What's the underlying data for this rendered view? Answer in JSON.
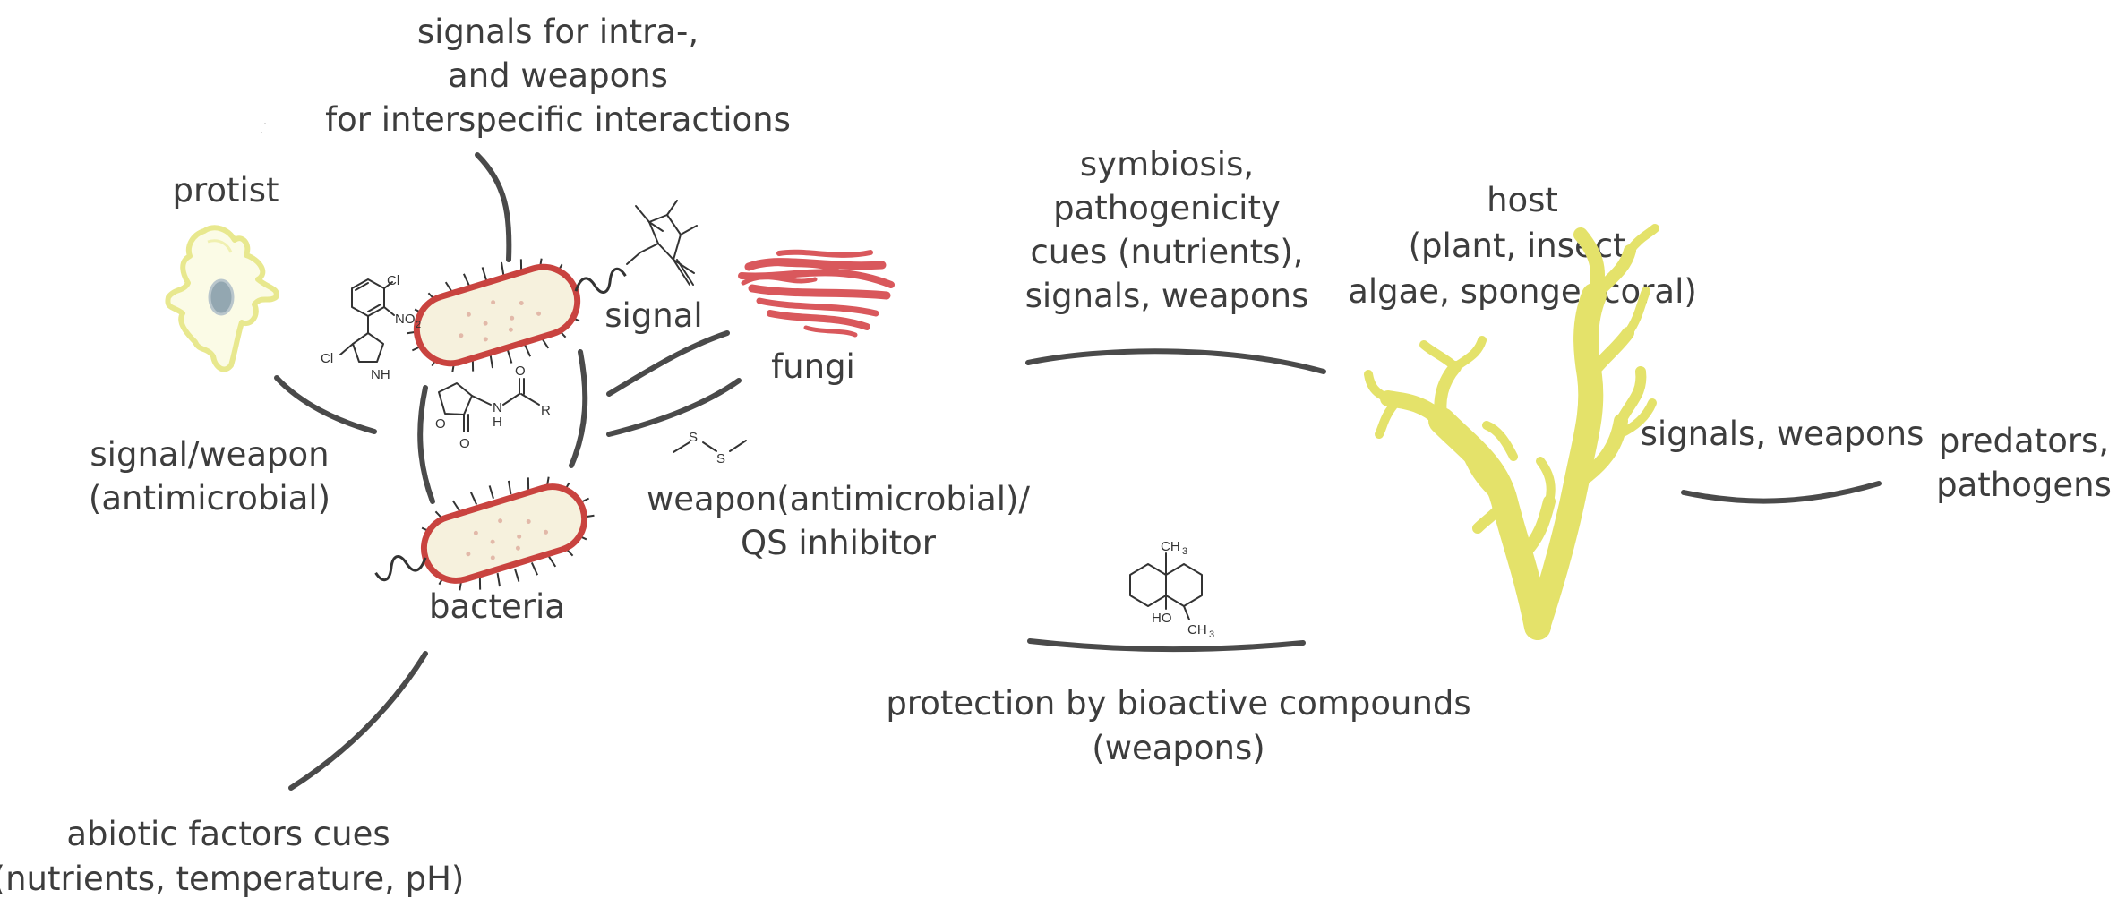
{
  "labels": {
    "signals_top": [
      "signals for intra-,",
      "and weapons",
      "for interspecific interactions"
    ],
    "protist": "protist",
    "signal": "signal",
    "fungi": "fungi",
    "signal_weapon": [
      "signal/weapon",
      "(antimicrobial)"
    ],
    "bacteria": "bacteria",
    "weapon_qs": [
      "weapon(antimicrobial)/",
      "QS inhibitor"
    ],
    "abiotic": [
      "abiotic factors cues",
      "(nutrients, temperature, pH)"
    ],
    "symbiosis": [
      "symbiosis,",
      "pathogenicity",
      "cues (nutrients),",
      "signals, weapons"
    ],
    "host": [
      "host",
      "(plant, insect,",
      "algae, sponge, coral)"
    ],
    "signals_weapons_right": "signals, weapons",
    "predators": [
      "predators,",
      "pathogens"
    ],
    "protection": [
      "protection by bioactive compounds",
      "(weapons)"
    ]
  },
  "chem": {
    "cl1": "Cl",
    "cl2": "Cl",
    "no2": "NO",
    "no2_sub": "2",
    "nh": "NH",
    "o1": "O",
    "o2": "O",
    "o3": "O",
    "nh_amide_n": "N",
    "nh_amide_h": "H",
    "r": "R",
    "s1": "S",
    "s2": "S",
    "ch3_top": "CH",
    "ch3_top_sub": "3",
    "ch3_bot": "CH",
    "ch3_bot_sub": "3",
    "ho": "HO"
  },
  "colors": {
    "text": "#3d3d3d",
    "arrow": "#4a4a4a",
    "bacteria_outline": "#c9433f",
    "bacteria_fill": "#f6f1dd",
    "fungi": "#d9585c",
    "host": "#e4e26a",
    "protist_outline": "#ecec9a",
    "protist_nucleus": "#8fa3ad"
  },
  "icons": [
    "protist-cell-icon",
    "bacterium-icon",
    "fungi-hyphae-icon",
    "host-coral-icon"
  ]
}
